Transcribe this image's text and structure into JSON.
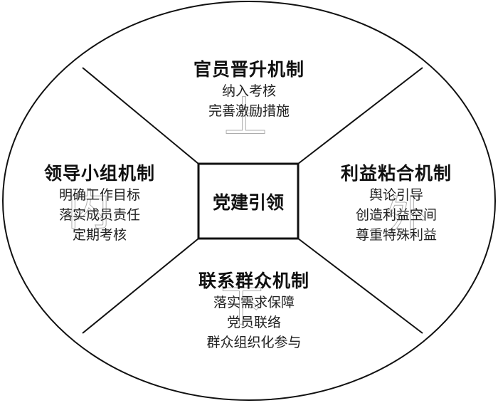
{
  "center": "党建引领",
  "sections": {
    "top": {
      "title": "官员晋升机制",
      "items": [
        "纳入考核",
        "完善激励措施"
      ],
      "watermark": "上"
    },
    "left": {
      "title": "领导小组机制",
      "items": [
        "明确工作目标",
        "落实成员责任",
        "定期考核"
      ],
      "watermark": "内"
    },
    "right": {
      "title": "利益粘合机制",
      "items": [
        "舆论引导",
        "创造利益空间",
        "尊重特殊利益"
      ],
      "watermark": "外"
    },
    "bottom": {
      "title": "联系群众机制",
      "items": [
        "落实需求保障",
        "党员联络",
        "群众组织化参与"
      ],
      "watermark": "下"
    }
  }
}
